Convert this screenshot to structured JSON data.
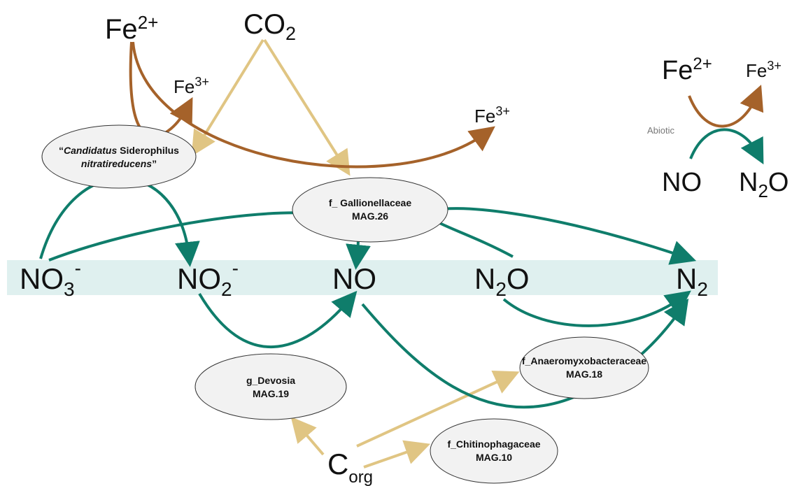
{
  "colors": {
    "iron": "#a5622a",
    "nitrogen": "#0f7d6b",
    "carbon": "#e0c583",
    "band": "#dff0ef",
    "node_fill": "#f2f2f2",
    "node_stroke": "#333333"
  },
  "chem": {
    "fe2_main": {
      "base": "Fe",
      "sup": "2+"
    },
    "co2": {
      "base": "CO",
      "sub": "2"
    },
    "fe3_a": {
      "base": "Fe",
      "sup": "3+"
    },
    "fe3_b": {
      "base": "Fe",
      "sup": "3+"
    },
    "no3": {
      "base": "NO",
      "sub": "3",
      "sup": "-"
    },
    "no2": {
      "base": "NO",
      "sub": "2",
      "sup": "-"
    },
    "no": {
      "base": "NO"
    },
    "n2o": {
      "base": "N",
      "sub": "2",
      "rest": "O"
    },
    "n2": {
      "base": "N",
      "sub": "2"
    },
    "corg": {
      "base": "C",
      "sub": "org"
    }
  },
  "organisms": {
    "siderophilus": {
      "prefix": "“",
      "line1_italic": "Candidatus",
      "line1_rest": " Siderophilus",
      "line2_italic": "nitratireducens",
      "suffix": "”"
    },
    "gallionellaceae": {
      "line1": "f_ Gallionellaceae",
      "line2": "MAG.26"
    },
    "devosia": {
      "line1": "g_Devosia",
      "line2": "MAG.19"
    },
    "anaeromyxo": {
      "line1": "f_Anaeromyxobacteraceae",
      "line2": "MAG.18"
    },
    "chitinophagaceae": {
      "line1": "f_Chitinophagaceae",
      "line2": "MAG.10"
    }
  },
  "legend": {
    "fe2": {
      "base": "Fe",
      "sup": "2+"
    },
    "fe3": {
      "base": "Fe",
      "sup": "3+"
    },
    "no": {
      "base": "NO"
    },
    "n2o": {
      "base": "N",
      "sub": "2",
      "rest": "O"
    },
    "abiotic": "Abiotic"
  }
}
